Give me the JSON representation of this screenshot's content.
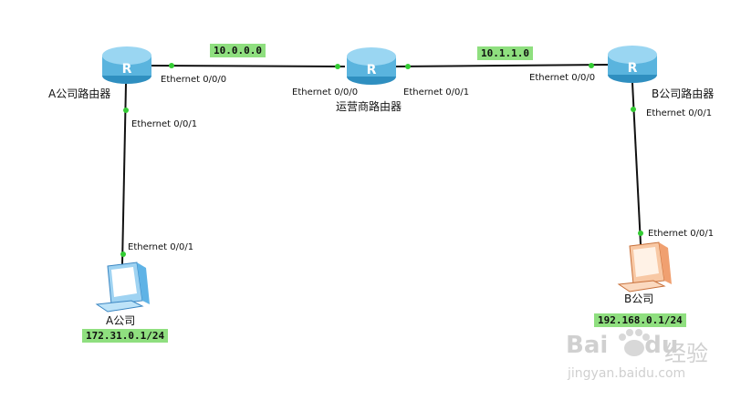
{
  "colors": {
    "link": "#111111",
    "port_dot": "#33cc33",
    "net_highlight": "#8fdf7f",
    "router_body": "#5ab4de",
    "pc_a": "#5fb3e6",
    "pc_b": "#f0a070"
  },
  "devices": {
    "router_a": {
      "name": "A公司路由器",
      "icon": "router-icon"
    },
    "router_isp": {
      "name": "运营商路由器",
      "icon": "router-icon"
    },
    "router_b": {
      "name": "B公司路由器",
      "icon": "router-icon"
    },
    "pc_a": {
      "name": "A公司",
      "icon": "pc-icon"
    },
    "pc_b": {
      "name": "B公司",
      "icon": "pc-icon"
    }
  },
  "ports": {
    "ra_e000": "Ethernet 0/0/0",
    "ra_e001": "Ethernet 0/0/1",
    "isp_e000": "Ethernet 0/0/0",
    "isp_e001": "Ethernet 0/0/1",
    "rb_e000": "Ethernet 0/0/0",
    "rb_e001": "Ethernet 0/0/1",
    "pca_e001": "Ethernet 0/0/1",
    "pcb_e001": "Ethernet 0/0/1"
  },
  "networks": {
    "net_a_isp": "10.0.0.0",
    "net_isp_b": "10.1.1.0",
    "pc_a_ip": "172.31.0.1/24",
    "pc_b_ip": "192.168.0.1/24"
  },
  "watermark": {
    "brand": "Bai",
    "brand2": "du",
    "brand_cn": "经验",
    "url": "jingyan.baidu.com"
  }
}
